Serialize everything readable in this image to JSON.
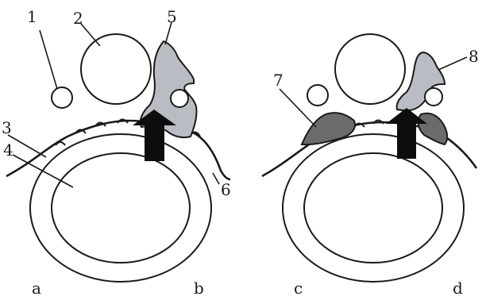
{
  "figure": {
    "left_panel": {
      "numbers": {
        "n1": "1",
        "n2": "2",
        "n3": "3",
        "n4": "4",
        "n5": "5",
        "n6": "6"
      },
      "corner_labels": {
        "a": "a",
        "b": "b"
      }
    },
    "right_panel": {
      "numbers": {
        "n7": "7",
        "n8": "8"
      },
      "corner_labels": {
        "c": "c",
        "d": "d"
      }
    }
  },
  "colors": {
    "outline": "#1a1a1a",
    "light_gray_structure": "#b9bcc3",
    "dark_gray_structure": "#6b6b6b",
    "arrow": "#0d0d0d",
    "background": "#ffffff"
  }
}
